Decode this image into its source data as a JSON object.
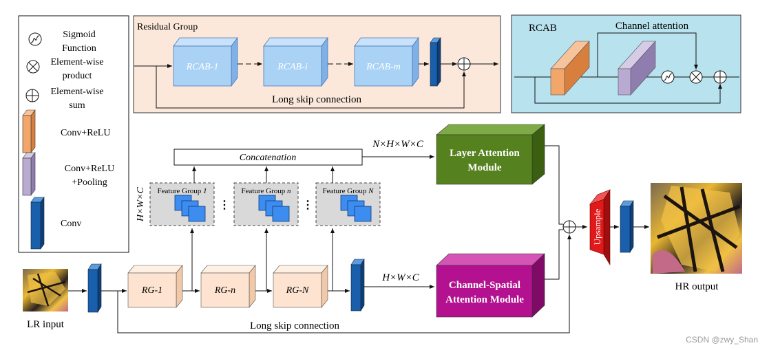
{
  "legend": {
    "sigmoid": "Sigmoid Function",
    "sigmoid_l1": "Sigmoid",
    "sigmoid_l2": "Function",
    "product_l1": "Element-wise",
    "product_l2": "product",
    "sum_l1": "Element-wise",
    "sum_l2": "sum",
    "conv_relu": "Conv+ReLU",
    "conv_relu_pool_l1": "Conv+ReLU",
    "conv_relu_pool_l2": "+Pooling",
    "conv": "Conv"
  },
  "residual_group": {
    "title": "Residual Group",
    "blocks": [
      "RCAB-1",
      "RCAB-i",
      "RCAB-m"
    ],
    "skip_label": "Long skip connection"
  },
  "rcab": {
    "title": "RCAB",
    "channel_attention": "Channel attention"
  },
  "main": {
    "concat": "Concatenation",
    "nhwc": "N×H×W×C",
    "hwc_vertical": "H×W×C",
    "hwc": "H×W×C",
    "feature_groups": [
      "Feature Group 1",
      "Feature Group n",
      "Feature Group N"
    ],
    "rg_blocks": [
      "RG-1",
      "RG-n",
      "RG-N"
    ],
    "layer_attention_l1": "Layer Attention",
    "layer_attention_l2": "Module",
    "csa_l1": "Channel-Spatial",
    "csa_l2": "Attention Module",
    "upsample": "Upsample",
    "lr_input": "LR input",
    "hr_output": "HR output",
    "skip_label": "Long skip connection",
    "watermark": "CSDN @zwy_Shan"
  },
  "colors": {
    "residual_bg": "#fbe8da",
    "rcab_bg": "#b7e2ee",
    "rcab_block": "#a9d2f5",
    "layer_attn": "#55821e",
    "csa": "#b3118f",
    "upsample": "#e01a1a",
    "conv": "#1a5fab",
    "conv_relu": "#f2a66a",
    "conv_relu_pool": "#b9aad2",
    "rg_block": "#fde3d0"
  }
}
